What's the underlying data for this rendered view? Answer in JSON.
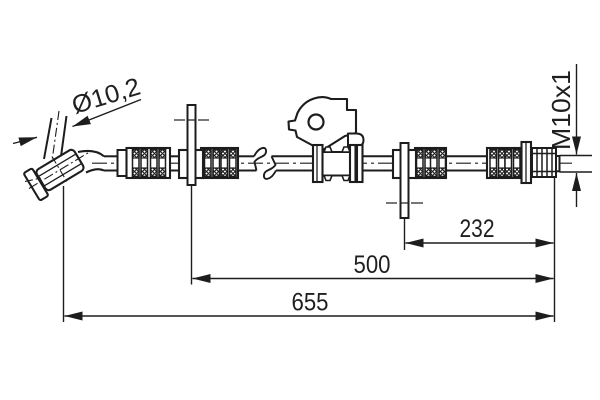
{
  "drawing": {
    "kind": "technical-line-drawing",
    "labels": {
      "diameter": "Ø10,2",
      "thread": "M10x1",
      "dim_inner": "232",
      "dim_mid": "500",
      "dim_overall": "655"
    },
    "colors": {
      "line": "#1d1d1d",
      "background": "#ffffff",
      "text": "#1f1f1f"
    }
  }
}
